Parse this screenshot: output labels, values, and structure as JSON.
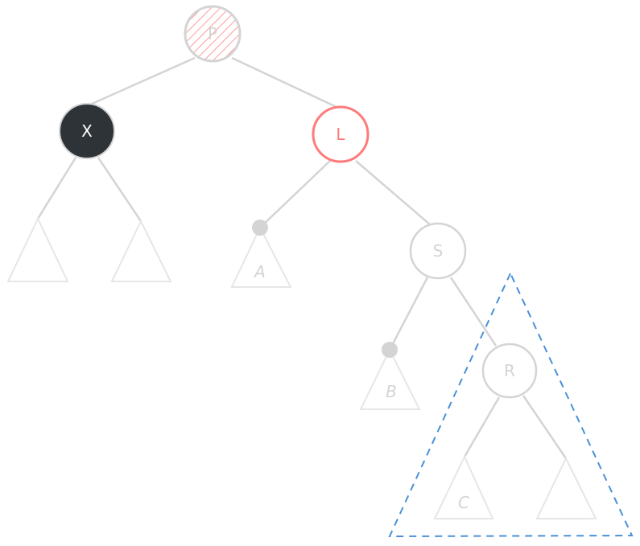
{
  "nodes": {
    "p": {
      "label": "P",
      "color": "#ff7b7b",
      "style": "hatched"
    },
    "x": {
      "label": "X",
      "color": "#2e3338",
      "style": "filled"
    },
    "l": {
      "label": "L",
      "color": "#ff7b7b",
      "style": "outlined"
    },
    "s": {
      "label": "S",
      "color": "#d6d6d6",
      "style": "outlined"
    },
    "r": {
      "label": "R",
      "color": "#d6d6d6",
      "style": "outlined"
    }
  },
  "subtrees": {
    "a": {
      "label": "A"
    },
    "b": {
      "label": "B"
    },
    "c": {
      "label": "C"
    }
  },
  "colors": {
    "edge": "#d4d4d4",
    "subtree": "#e6e6e6",
    "highlight": "#4a90d9"
  }
}
